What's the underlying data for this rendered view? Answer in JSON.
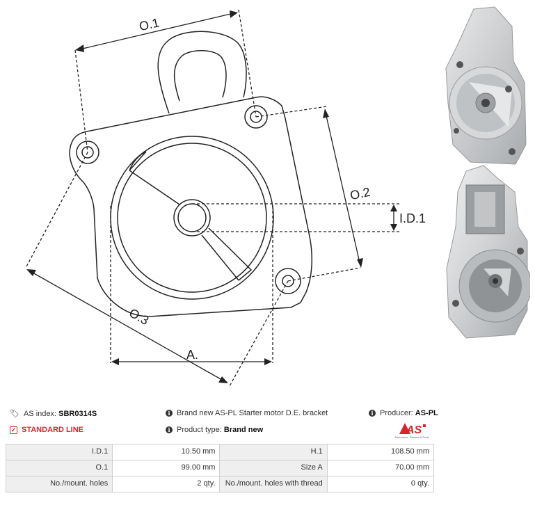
{
  "drawing": {
    "labels": {
      "o1": "O.1",
      "o2": "O.2",
      "o3": "O.3",
      "id1": "I.D.1",
      "a": "A."
    }
  },
  "photos": [
    {
      "icon": "bracket-photo-front"
    },
    {
      "icon": "bracket-photo-rear"
    }
  ],
  "info": {
    "as_index_label": "AS index:",
    "as_index_value": "SBR0314S",
    "standard_line": "STANDARD LINE",
    "description": "Brand new AS-PL Starter motor D.E. bracket",
    "product_type_label": "Product type:",
    "product_type_value": "Brand new",
    "producer_label": "Producer:",
    "producer_value": "AS-PL",
    "logo_text": "AS",
    "logo_subtext": "Alternators, Starters & Parts",
    "accent_color": "#d7262b"
  },
  "specs": [
    {
      "label1": "I.D.1",
      "value1": "10.50 mm",
      "label2": "H.1",
      "value2": "108.50 mm"
    },
    {
      "label1": "O.1",
      "value1": "99.00 mm",
      "label2": "Size A",
      "value2": "70.00 mm"
    },
    {
      "label1": "No./mount. holes",
      "value1": "2 qty.",
      "label2": "No./mount. holes with thread",
      "value2": "0 qty."
    }
  ]
}
